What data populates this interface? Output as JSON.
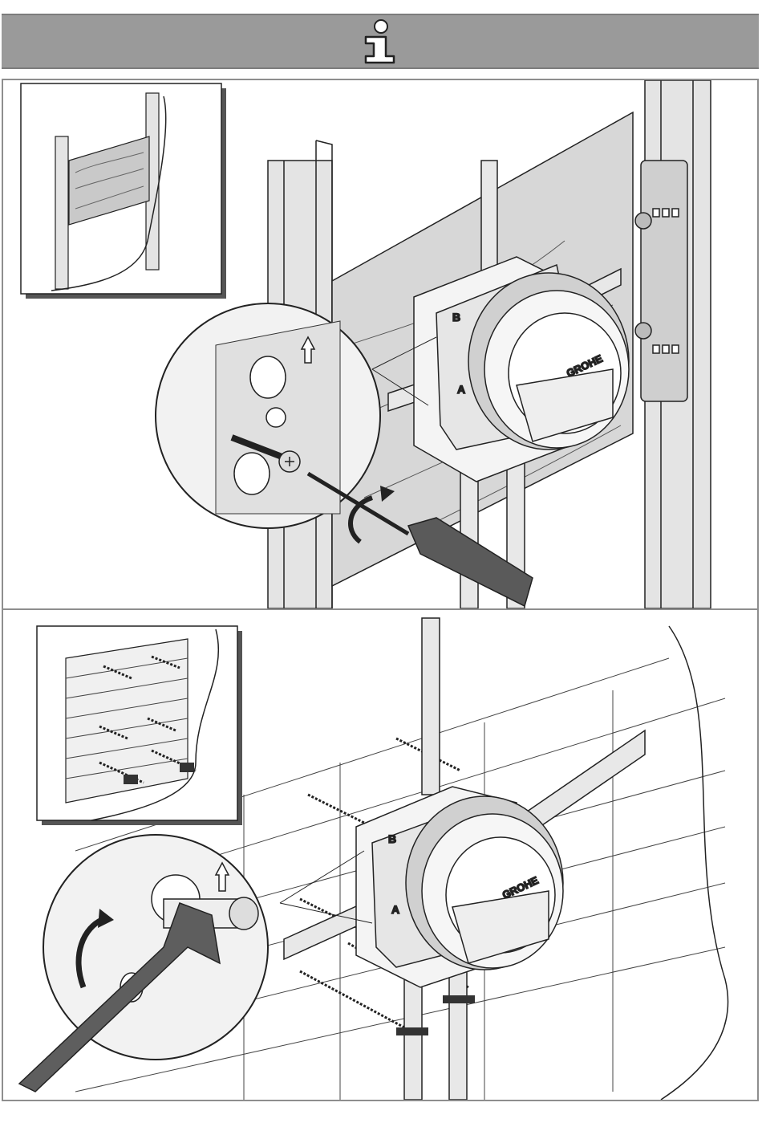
{
  "header": {
    "icon": "info-icon",
    "accent_color": "#9a9a9a"
  },
  "top_panel": {
    "inset": "wood-board-between-studs",
    "detail": "screw-mounting-with-screwdriver",
    "brand": "GROHE",
    "letters": [
      "B",
      "A"
    ]
  },
  "bottom_panel": {
    "inset": "masonry-wall-with-threaded-rods",
    "detail": "wrench-tightening-nut",
    "brand": "GROHE",
    "letters": [
      "B",
      "A"
    ]
  }
}
